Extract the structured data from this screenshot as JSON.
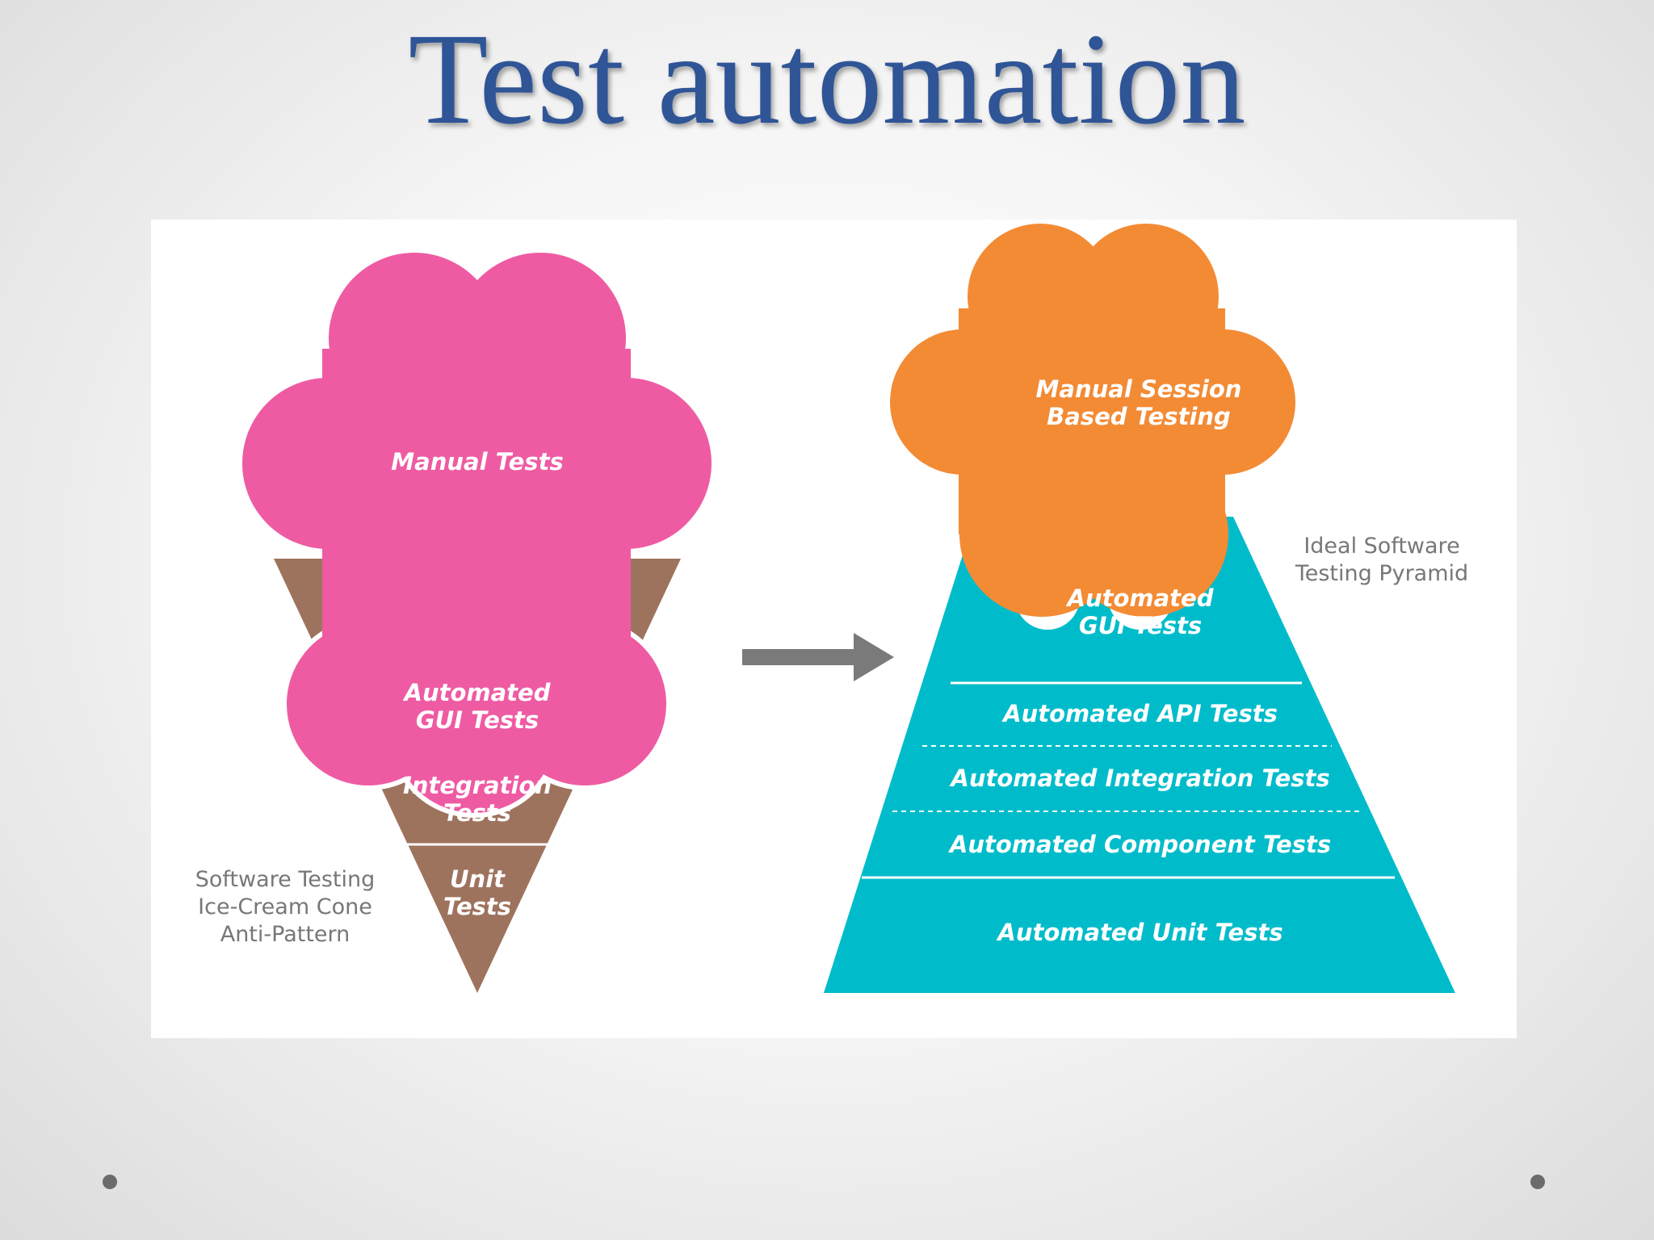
{
  "title": "Test automation",
  "colors": {
    "title": "#2f5597",
    "icecream_scoop": "#ee5ba3",
    "cone": "#9e735e",
    "pyramid_cloud": "#f38b35",
    "pyramid": "#00bccb",
    "arrow": "#7a7a7a",
    "caption": "#777777"
  },
  "cone": {
    "scoop_label": "Manual Tests",
    "layer_gui": [
      "Automated",
      "GUI Tests"
    ],
    "layer_integration": [
      "Integration",
      "Tests"
    ],
    "layer_unit": [
      "Unit",
      "Tests"
    ],
    "caption": [
      "Software Testing",
      "Ice-Cream Cone",
      "Anti-Pattern"
    ]
  },
  "pyramid": {
    "cloud_label": [
      "Manual Session",
      "Based Testing"
    ],
    "layer_gui": [
      "Automated",
      "GUI Tests"
    ],
    "layer_api": "Automated API Tests",
    "layer_integration": "Automated Integration Tests",
    "layer_component": "Automated Component Tests",
    "layer_unit": "Automated Unit Tests",
    "caption": [
      "Ideal Software",
      "Testing Pyramid"
    ]
  },
  "arrow_icon": "right-arrow-icon"
}
